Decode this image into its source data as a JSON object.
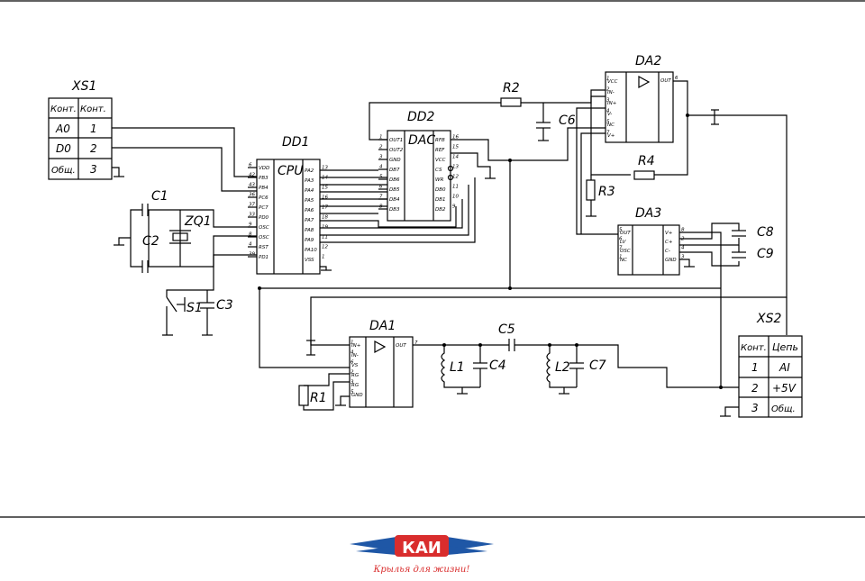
{
  "xs1": {
    "title": "XS1",
    "header": [
      "Конт.",
      "Конт."
    ],
    "rows": [
      [
        "A0",
        "1"
      ],
      [
        "D0",
        "2"
      ],
      [
        "Общ.",
        "3"
      ]
    ]
  },
  "xs2": {
    "title": "XS2",
    "header": [
      "Конт.",
      "Цепь"
    ],
    "rows": [
      [
        "1",
        "AI"
      ],
      [
        "2",
        "+5V"
      ],
      [
        "3",
        "Общ."
      ]
    ]
  },
  "dd1": {
    "ref": "DD1",
    "name": "CPU",
    "left_pins": [
      {
        "num": "6",
        "name": "VDD"
      },
      {
        "num": "42",
        "name": "PB3"
      },
      {
        "num": "43",
        "name": "PB4"
      },
      {
        "num": "36",
        "name": "PC6"
      },
      {
        "num": "37",
        "name": "PC7"
      },
      {
        "num": "33",
        "name": "PD0"
      },
      {
        "num": "9",
        "name": "OSC"
      },
      {
        "num": "8",
        "name": "OSC"
      },
      {
        "num": "4",
        "name": "RST"
      },
      {
        "num": "39",
        "name": "PD1"
      }
    ],
    "right_pins": [
      {
        "num": "13",
        "name": "PA2"
      },
      {
        "num": "14",
        "name": "PA3"
      },
      {
        "num": "15",
        "name": "PA4"
      },
      {
        "num": "16",
        "name": "PA5"
      },
      {
        "num": "17",
        "name": "PA6"
      },
      {
        "num": "18",
        "name": "PA7"
      },
      {
        "num": "19",
        "name": "PA8"
      },
      {
        "num": "11",
        "name": "PA9"
      },
      {
        "num": "12",
        "name": "PA10"
      },
      {
        "num": "1",
        "name": "VSS"
      }
    ]
  },
  "dd2": {
    "ref": "DD2",
    "name": "DAC",
    "left_pins": [
      {
        "num": "1",
        "name": "OUT1"
      },
      {
        "num": "2",
        "name": "OUT2"
      },
      {
        "num": "3",
        "name": "GND"
      },
      {
        "num": "4",
        "name": "DB7"
      },
      {
        "num": "5",
        "name": "DB6"
      },
      {
        "num": "6",
        "name": "DB5"
      },
      {
        "num": "7",
        "name": "DB4"
      },
      {
        "num": "8",
        "name": "DB3"
      }
    ],
    "right_pins": [
      {
        "num": "16",
        "name": "RFB"
      },
      {
        "num": "15",
        "name": "REF"
      },
      {
        "num": "14",
        "name": "VCC"
      },
      {
        "num": "13",
        "name": "CS"
      },
      {
        "num": "12",
        "name": "WR"
      },
      {
        "num": "11",
        "name": "DB0"
      },
      {
        "num": "10",
        "name": "DB1"
      },
      {
        "num": "9",
        "name": "DB2"
      }
    ]
  },
  "da1": {
    "ref": "DA1",
    "left_pins": [
      {
        "num": "1",
        "name": "IN+"
      },
      {
        "num": "4",
        "name": "IN-"
      },
      {
        "num": "6",
        "name": "VS"
      },
      {
        "num": "2",
        "name": "RG"
      },
      {
        "num": "3",
        "name": "RG"
      },
      {
        "num": "5",
        "name": "GND"
      }
    ],
    "out_pin": {
      "num": "7",
      "name": "OUT"
    }
  },
  "da2": {
    "ref": "DA2",
    "left_pins": [
      {
        "num": "1",
        "name": "VCC"
      },
      {
        "num": "2",
        "name": "IN-"
      },
      {
        "num": "3",
        "name": "IN+"
      },
      {
        "num": "4",
        "name": "V-"
      },
      {
        "num": "5",
        "name": "NC"
      },
      {
        "num": "7",
        "name": "V+"
      }
    ],
    "out_pin": {
      "num": "6",
      "name": "OUT"
    }
  },
  "da3": {
    "ref": "DA3",
    "left_pins": [
      {
        "num": "5",
        "name": "OUT"
      },
      {
        "num": "6",
        "name": "LV"
      },
      {
        "num": "7",
        "name": "OSC"
      },
      {
        "num": "1",
        "name": "NC"
      }
    ],
    "right_pins": [
      {
        "num": "8",
        "name": "V+"
      },
      {
        "num": "2",
        "name": "C+"
      },
      {
        "num": "4",
        "name": "C-"
      },
      {
        "num": "3",
        "name": "GND"
      }
    ]
  },
  "components": {
    "R1": "R1",
    "R2": "R2",
    "R3": "R3",
    "R4": "R4",
    "C1": "C1",
    "C2": "C2",
    "C3": "C3",
    "C4": "C4",
    "C5": "C5",
    "C6": "C6",
    "C7": "C7",
    "C8": "C8",
    "C9": "C9",
    "L1": "L1",
    "L2": "L2",
    "ZQ1": "ZQ1",
    "S1": "S1"
  },
  "logo": {
    "text": "КАИ",
    "slogan": "Крылья для жизни!",
    "colors": {
      "blue": "#1f57a6",
      "red": "#d92d2d"
    }
  }
}
